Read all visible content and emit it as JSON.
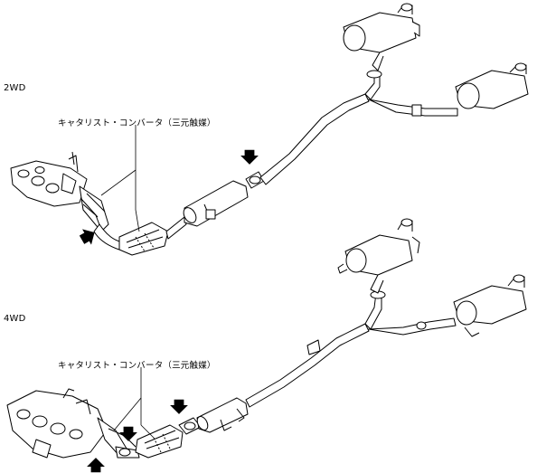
{
  "sections": [
    {
      "variant": "2WD",
      "callout": "キャタリスト・コンバータ（三元触媒）"
    },
    {
      "variant": "4WD",
      "callout": "キャタリスト・コンバータ（三元触媒）"
    }
  ],
  "colors": {
    "line": "#000000",
    "fill": "#ffffff",
    "shade": "#d8d8d8",
    "arrow": "#000000"
  },
  "icons": [
    "location-arrow-icon"
  ]
}
